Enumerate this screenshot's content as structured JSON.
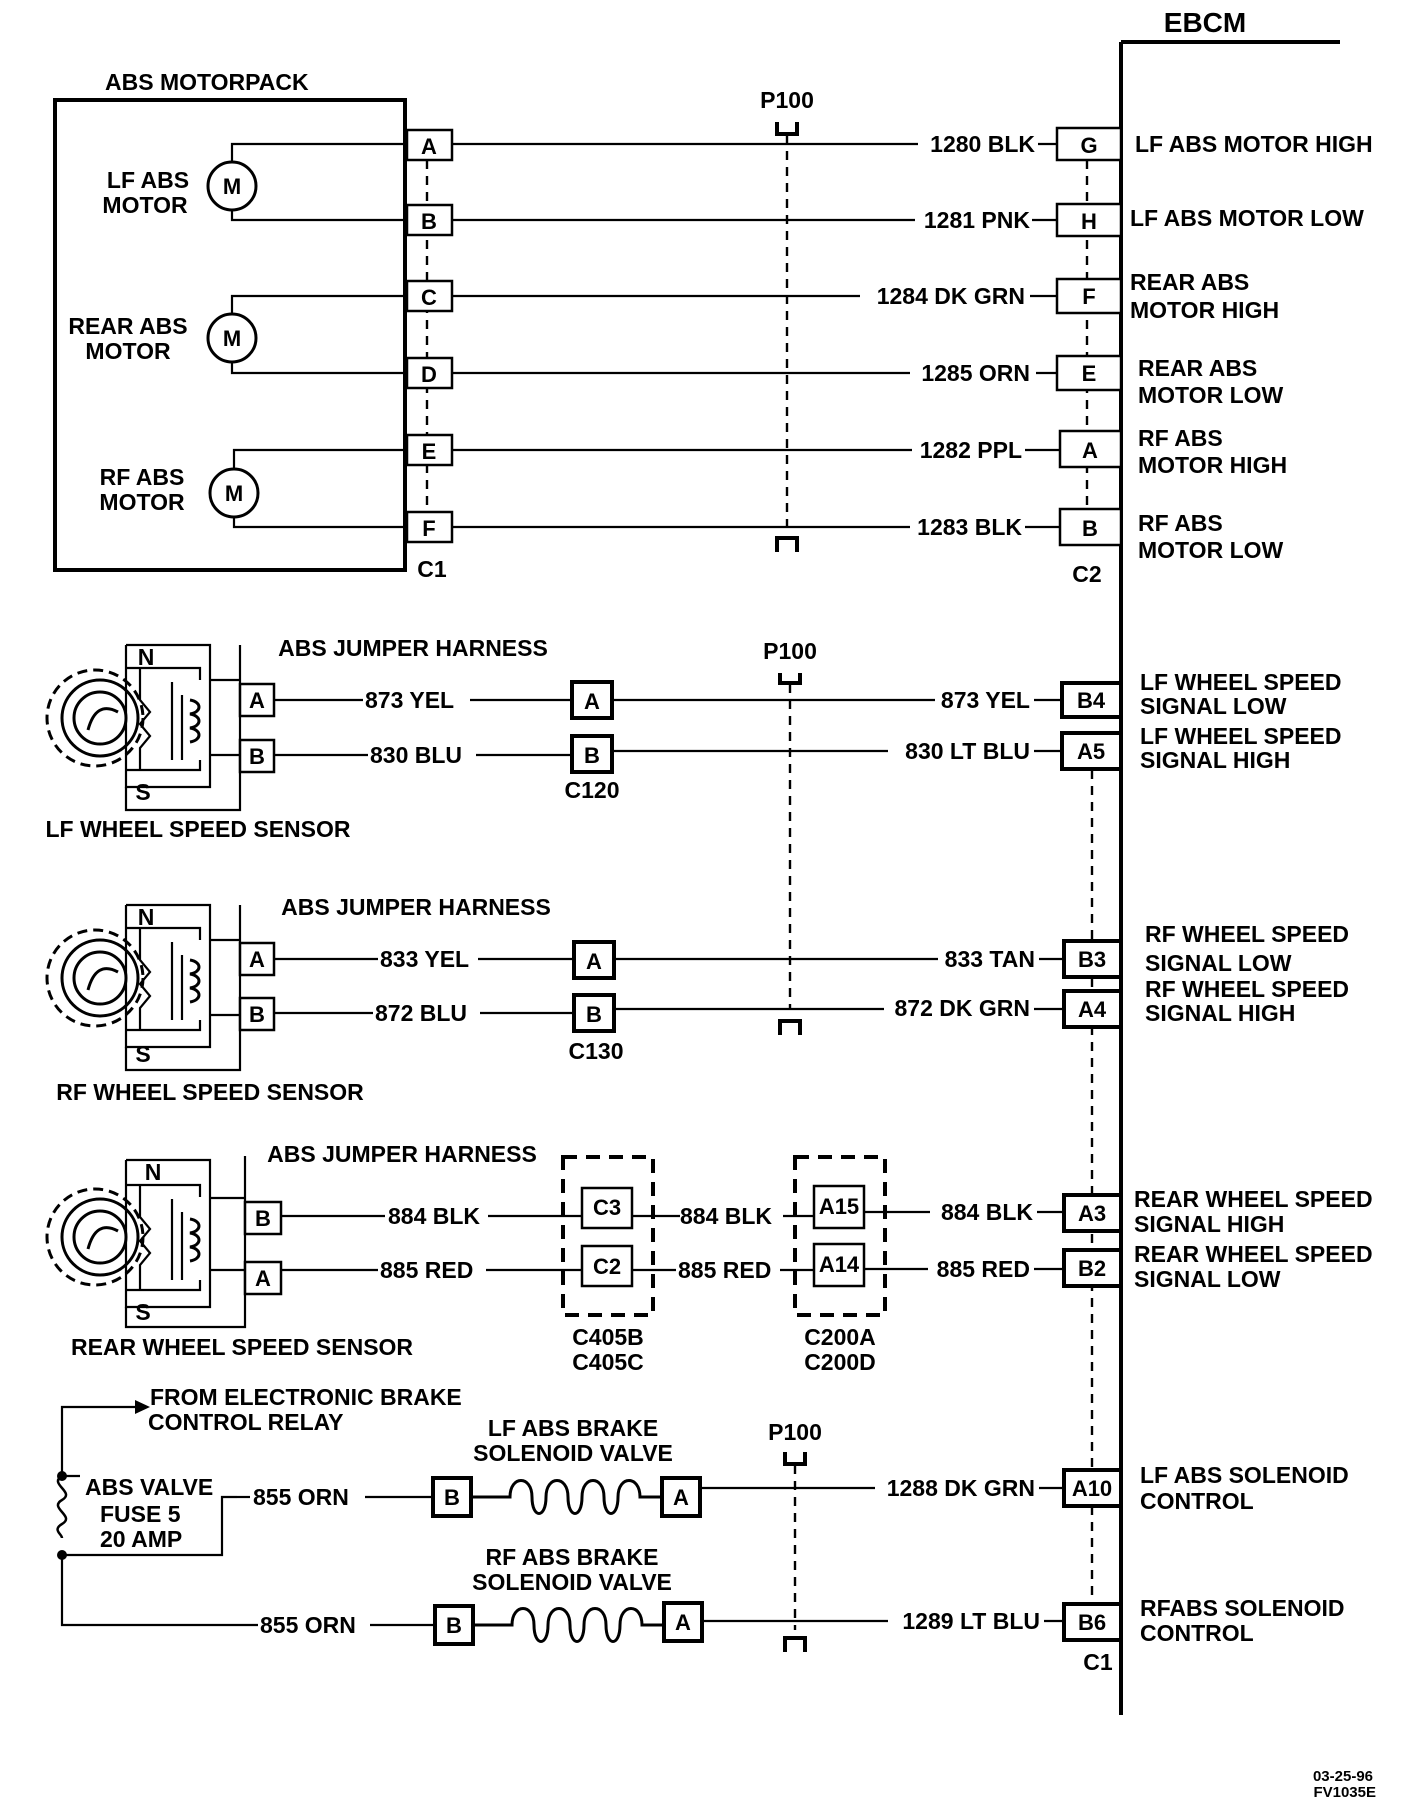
{
  "ebcm": {
    "title": "EBCM",
    "connector_c2": "C2",
    "connector_c1": "C1"
  },
  "motorpack": {
    "title": "ABS MOTORPACK",
    "connector": "C1",
    "motors": [
      {
        "line1": "LF ABS",
        "line2": "MOTOR",
        "symbol": "M"
      },
      {
        "line1": "REAR ABS",
        "line2": "MOTOR",
        "symbol": "M"
      },
      {
        "line1": "RF ABS",
        "line2": "MOTOR",
        "symbol": "M"
      }
    ],
    "pins": [
      "A",
      "B",
      "C",
      "D",
      "E",
      "F"
    ]
  },
  "splices": {
    "p100": "P100"
  },
  "motor_circuits": [
    {
      "wire": "1280 BLK",
      "pin": "G",
      "function_line1": "LF ABS MOTOR HIGH",
      "function_line2": ""
    },
    {
      "wire": "1281 PNK",
      "pin": "H",
      "function_line1": "LF ABS MOTOR LOW",
      "function_line2": ""
    },
    {
      "wire": "1284 DK GRN",
      "pin": "F",
      "function_line1": "REAR ABS",
      "function_line2": "MOTOR HIGH"
    },
    {
      "wire": "1285 ORN",
      "pin": "E",
      "function_line1": "REAR ABS",
      "function_line2": "MOTOR LOW"
    },
    {
      "wire": "1282 PPL",
      "pin": "A",
      "function_line1": "RF ABS",
      "function_line2": "MOTOR HIGH"
    },
    {
      "wire": "1283 BLK",
      "pin": "B",
      "function_line1": "RF ABS",
      "function_line2": "MOTOR LOW"
    }
  ],
  "sensor_symbols": {
    "north": "N",
    "south": "S"
  },
  "lf_sensor": {
    "name": "LF WHEEL SPEED SENSOR",
    "harness": "ABS JUMPER HARNESS",
    "connector": "C120",
    "circuits": [
      {
        "sensor_pin": "A",
        "wire_left": "873 YEL",
        "harness_pin": "A",
        "wire_right": "873 YEL",
        "ebcm_pin": "B4",
        "function_line1": "LF WHEEL SPEED",
        "function_line2": "SIGNAL LOW"
      },
      {
        "sensor_pin": "B",
        "wire_left": "830 BLU",
        "harness_pin": "B",
        "wire_right": "830 LT BLU",
        "ebcm_pin": "A5",
        "function_line1": "LF WHEEL SPEED",
        "function_line2": "SIGNAL HIGH"
      }
    ]
  },
  "rf_sensor": {
    "name": "RF WHEEL SPEED SENSOR",
    "harness": "ABS JUMPER HARNESS",
    "connector": "C130",
    "circuits": [
      {
        "sensor_pin": "A",
        "wire_left": "833 YEL",
        "harness_pin": "A",
        "wire_right": "833 TAN",
        "ebcm_pin": "B3",
        "function_line1": "RF WHEEL SPEED",
        "function_line2": "SIGNAL LOW"
      },
      {
        "sensor_pin": "B",
        "wire_left": "872 BLU",
        "harness_pin": "B",
        "wire_right": "872 DK GRN",
        "ebcm_pin": "A4",
        "function_line1": "RF WHEEL SPEED",
        "function_line2": "SIGNAL HIGH"
      }
    ]
  },
  "rear_sensor": {
    "name": "REAR  WHEEL SPEED SENSOR",
    "harness": "ABS JUMPER HARNESS",
    "connector_1_line1": "C405B",
    "connector_1_line2": "C405C",
    "connector_2_line1": "C200A",
    "connector_2_line2": "C200D",
    "circuits": [
      {
        "sensor_pin": "B",
        "wire_left": "884 BLK",
        "pin_1": "C3",
        "wire_mid": "884 BLK",
        "pin_2": "A15",
        "wire_right": "884 BLK",
        "ebcm_pin": "A3",
        "function_line1": "REAR WHEEL SPEED",
        "function_line2": "SIGNAL HIGH"
      },
      {
        "sensor_pin": "A",
        "wire_left": "885 RED",
        "pin_1": "C2",
        "wire_mid": "885 RED",
        "pin_2": "A14",
        "wire_right": "885 RED",
        "ebcm_pin": "B2",
        "function_line1": "REAR WHEEL SPEED",
        "function_line2": "SIGNAL LOW"
      }
    ]
  },
  "power": {
    "from_line1": "FROM ELECTRONIC BRAKE",
    "from_line2": "CONTROL RELAY",
    "fuse_line1": "ABS VALVE",
    "fuse_line2": "FUSE 5",
    "fuse_line3": "20 AMP"
  },
  "solenoids": [
    {
      "name_line1": "LF ABS BRAKE",
      "name_line2": "SOLENOID VALVE",
      "feed_wire": "855 ORN",
      "pin_b": "B",
      "pin_a": "A",
      "wire": "1288 DK GRN",
      "ebcm_pin": "A10",
      "function_line1": "LF ABS SOLENOID",
      "function_line2": "CONTROL"
    },
    {
      "name_line1": "RF ABS BRAKE",
      "name_line2": "SOLENOID VALVE",
      "feed_wire": "855 ORN",
      "pin_b": "B",
      "pin_a": "A",
      "wire": "1289 LT BLU",
      "ebcm_pin": "B6",
      "function_line1": "RFABS SOLENOID",
      "function_line2": "CONTROL"
    }
  ],
  "footer": {
    "date": "03-25-96",
    "code": "FV1035E"
  }
}
